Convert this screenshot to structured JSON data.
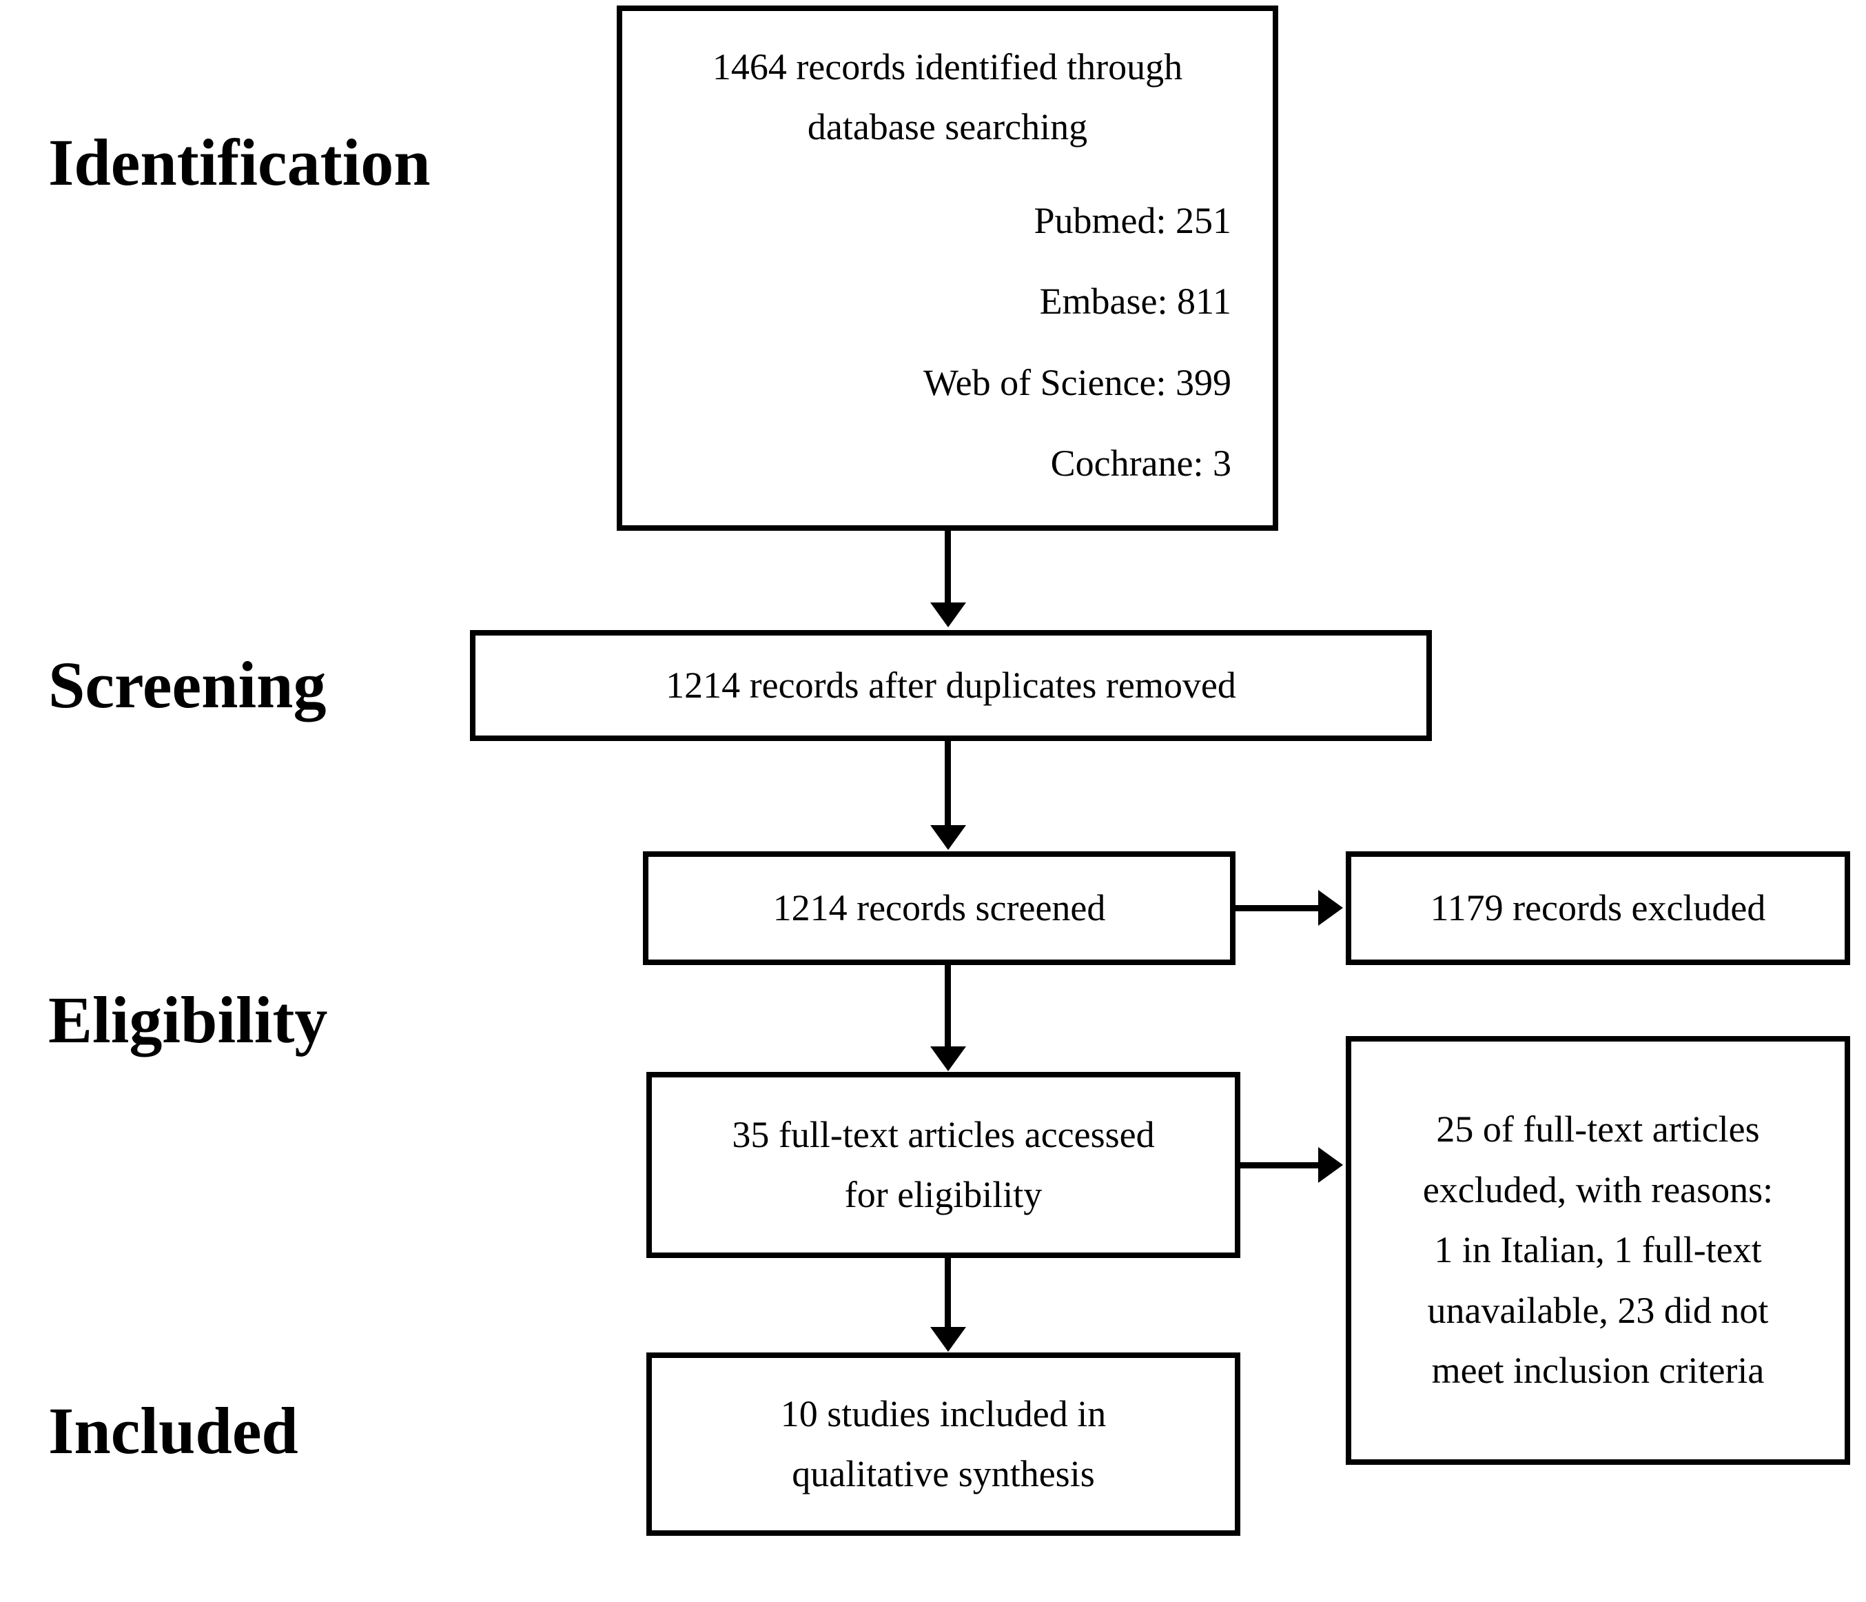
{
  "diagram": {
    "type": "prisma-flow-diagram",
    "stages": [
      {
        "id": "identification",
        "label": "Identification"
      },
      {
        "id": "screening",
        "label": "Screening"
      },
      {
        "id": "eligibility",
        "label": "Eligibility"
      },
      {
        "id": "included",
        "label": "Included"
      }
    ],
    "boxes": {
      "identification": {
        "heading_lines": [
          "1464 records identified through",
          "database searching"
        ],
        "sources": [
          {
            "name": "Pubmed",
            "label": "Pubmed: 251"
          },
          {
            "name": "Embase",
            "label": "Embase: 811"
          },
          {
            "name": "Web of Science",
            "label": "Web of Science: 399"
          },
          {
            "name": "Cochrane",
            "label": "Cochrane: 3"
          }
        ],
        "counts": {
          "total": 1464,
          "pubmed": 251,
          "embase": 811,
          "web_of_science": 399,
          "cochrane": 3
        }
      },
      "duplicates_removed": {
        "lines": [
          "1214 records after duplicates removed"
        ],
        "count": 1214
      },
      "records_screened": {
        "lines": [
          "1214 records screened"
        ],
        "count": 1214
      },
      "records_excluded": {
        "lines": [
          "1179 records excluded"
        ],
        "count": 1179
      },
      "fulltext_assessed": {
        "lines": [
          "35 full-text articles accessed",
          "for eligibility"
        ],
        "count": 35
      },
      "fulltext_excluded": {
        "lines": [
          "25 of full-text articles",
          "excluded, with reasons:",
          "1 in Italian, 1 full-text",
          "unavailable, 23 did not",
          "meet inclusion criteria"
        ],
        "count": 25,
        "reasons": [
          {
            "reason": "in Italian",
            "count": 1
          },
          {
            "reason": "full-text unavailable",
            "count": 1
          },
          {
            "reason": "did not meet inclusion criteria",
            "count": 23
          }
        ]
      },
      "studies_included": {
        "lines": [
          "10 studies included in",
          "qualitative synthesis"
        ],
        "count": 10
      }
    },
    "colors": {
      "border": "#000000",
      "text": "#000000",
      "background": "#ffffff"
    }
  }
}
